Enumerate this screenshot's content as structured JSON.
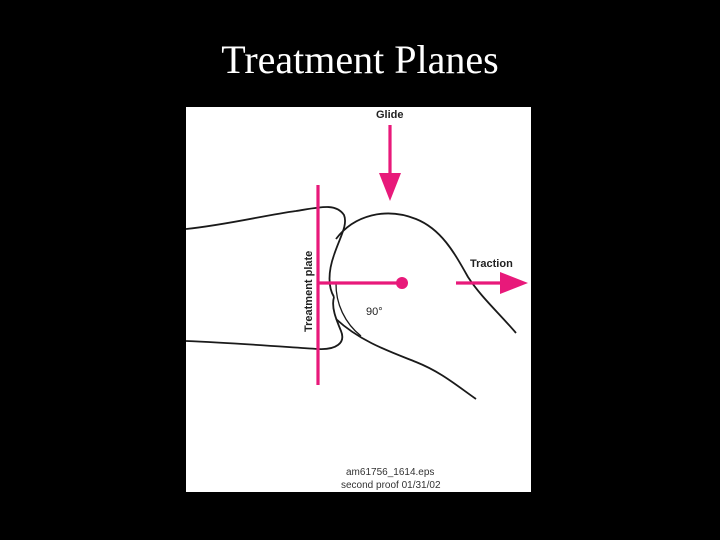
{
  "slide": {
    "title": "Treatment Planes"
  },
  "diagram": {
    "labels": {
      "glide": "Glide",
      "traction": "Traction",
      "treatment_plane": "Treatment plate",
      "angle": "90°"
    },
    "file_caption": {
      "filename": "am61756_1614.eps",
      "proof": "second proof 01/31/02"
    },
    "colors": {
      "accent": "#e8197a",
      "line": "#1a1a1a",
      "panel_background": "#ffffff",
      "slide_background": "#000000",
      "title_text": "#ffffff"
    }
  }
}
